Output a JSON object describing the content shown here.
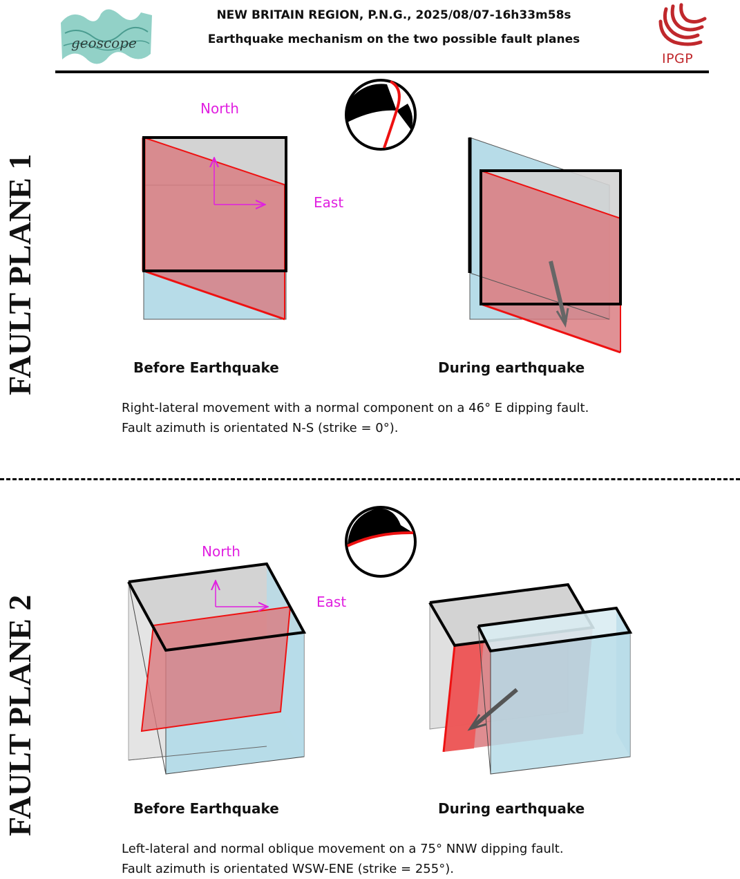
{
  "header": {
    "title": "NEW BRITAIN REGION, P.N.G., 2025/08/07-16h33m58s",
    "subtitle": "Earthquake mechanism on the two possible fault planes",
    "left_logo_text": "geoscope",
    "right_logo_text": "IPGP"
  },
  "fault_planes": [
    {
      "side_label": "FAULT PLANE 1",
      "north_label": "North",
      "east_label": "East",
      "before_caption": "Before Earthquake",
      "during_caption": "During earthquake",
      "description_line1": "Right-lateral movement with a normal component on a 46° E dipping fault.",
      "description_line2": "Fault azimuth is orientated N-S (strike = 0°)."
    },
    {
      "side_label": "FAULT PLANE 2",
      "north_label": "North",
      "east_label": "East",
      "before_caption": "Before Earthquake",
      "during_caption": "During earthquake",
      "description_line1": "Left-lateral and normal oblique movement on a 75° NNW dipping fault.",
      "description_line2": "Fault azimuth is orientated WSW-ENE (strike = 255°)."
    }
  ],
  "colors": {
    "fault_plane": "#d9797e",
    "fault_edge": "#ee1111",
    "footwall_top": "#d3d3d3",
    "block_side": "#b7dce8",
    "direction_label": "#e020e0",
    "ipgp_red": "#c0282c",
    "geoscope_teal": "#7fc9bd"
  }
}
